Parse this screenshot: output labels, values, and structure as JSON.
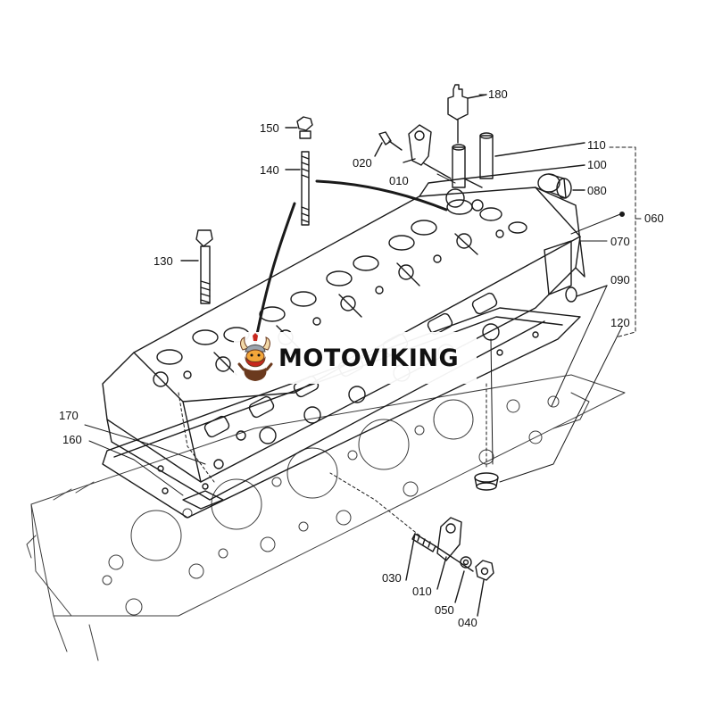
{
  "labels": {
    "p180": "180",
    "p150": "150",
    "p140": "140",
    "p130": "130",
    "p020": "020",
    "p010_top": "010",
    "p110": "110",
    "p100": "100",
    "p080": "080",
    "p060": "060",
    "p070": "070",
    "p090": "090",
    "p120": "120",
    "p170": "170",
    "p160": "160",
    "p030": "030",
    "p010_bottom": "010",
    "p050": "050",
    "p040": "040"
  },
  "watermark": {
    "brand": "MOTOVIKING",
    "logo_icon": "viking-mascot-icon",
    "logo_colors": [
      "#c8281e",
      "#f2a63a",
      "#6b3a1e"
    ]
  },
  "line_color": "#1a1a1a"
}
